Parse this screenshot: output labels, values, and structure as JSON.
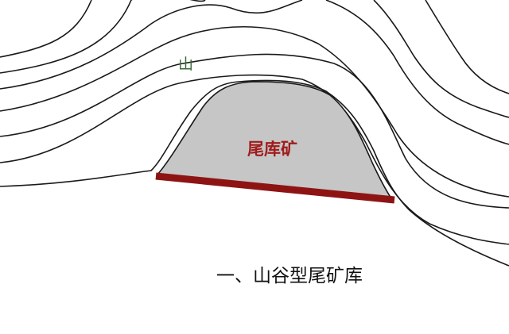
{
  "labels": {
    "mountain": "山",
    "tailings": "尾库矿",
    "caption": "一、山谷型尾矿库"
  },
  "colors": {
    "contour": "#1a1a1a",
    "tailings_fill": "#c6c6c6",
    "dam": "#8e1414",
    "tailings_text": "#a01c1c",
    "mountain_text": "#3a6b3a"
  }
}
